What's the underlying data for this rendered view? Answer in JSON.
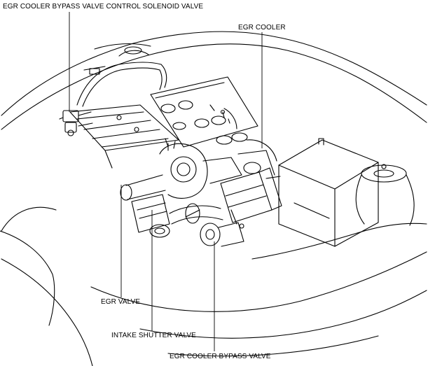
{
  "labels": {
    "solenoid_valve": "EGR COOLER BYPASS VALVE CONTROL SOLENOID VALVE",
    "egr_cooler": "EGR COOLER",
    "egr_valve": "EGR VALVE",
    "intake_shutter_valve": "INTAKE SHUTTER VALVE",
    "bypass_valve": "EGR COOLER BYPASS VALVE"
  }
}
